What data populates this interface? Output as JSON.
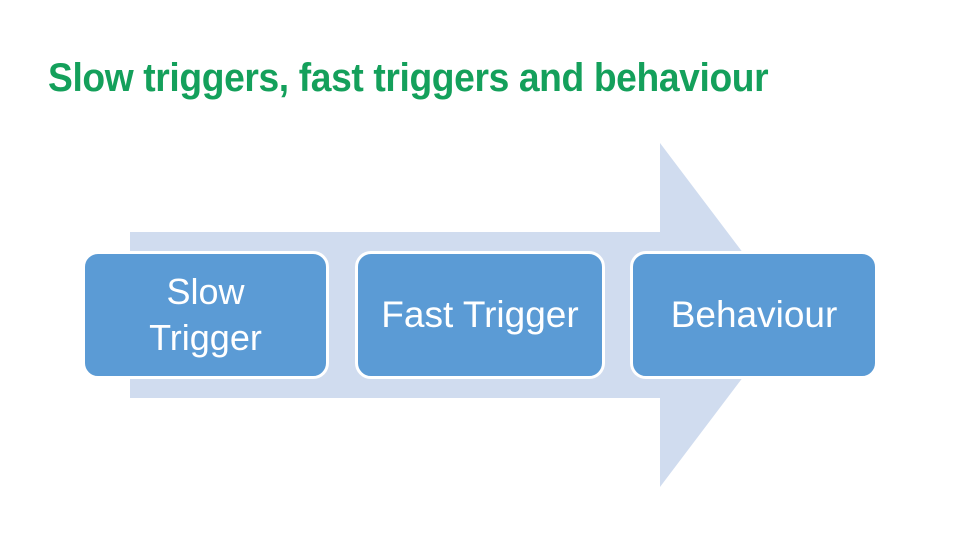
{
  "slide": {
    "title": "Slow triggers, fast triggers and behaviour",
    "background_color": "#FFFFFF",
    "title_color": "#14A05B"
  },
  "diagram": {
    "type": "process-arrow",
    "arrow": {
      "name": "right-block-arrow",
      "color": "#D0DCEF",
      "direction": "right"
    },
    "box_fill_color": "#5B9BD5",
    "box_outline_color": "#FFFFFF",
    "box_text_color": "#FFFFFF",
    "steps": [
      {
        "label": "Slow\nTrigger"
      },
      {
        "label": "Fast Trigger"
      },
      {
        "label": "Behaviour"
      }
    ]
  }
}
